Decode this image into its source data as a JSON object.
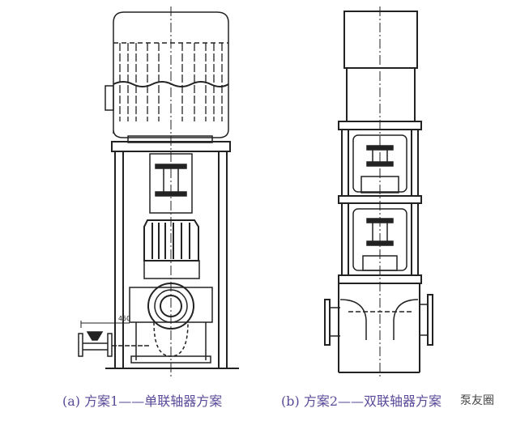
{
  "captions": {
    "a": "(a) 方案1——单联轴器方案",
    "b": "(b) 方案2——双联轴器方案"
  },
  "dimension_label": "450",
  "watermark": "泵友圈",
  "colors": {
    "caption": "#5b4a9a",
    "line": "#222222"
  }
}
